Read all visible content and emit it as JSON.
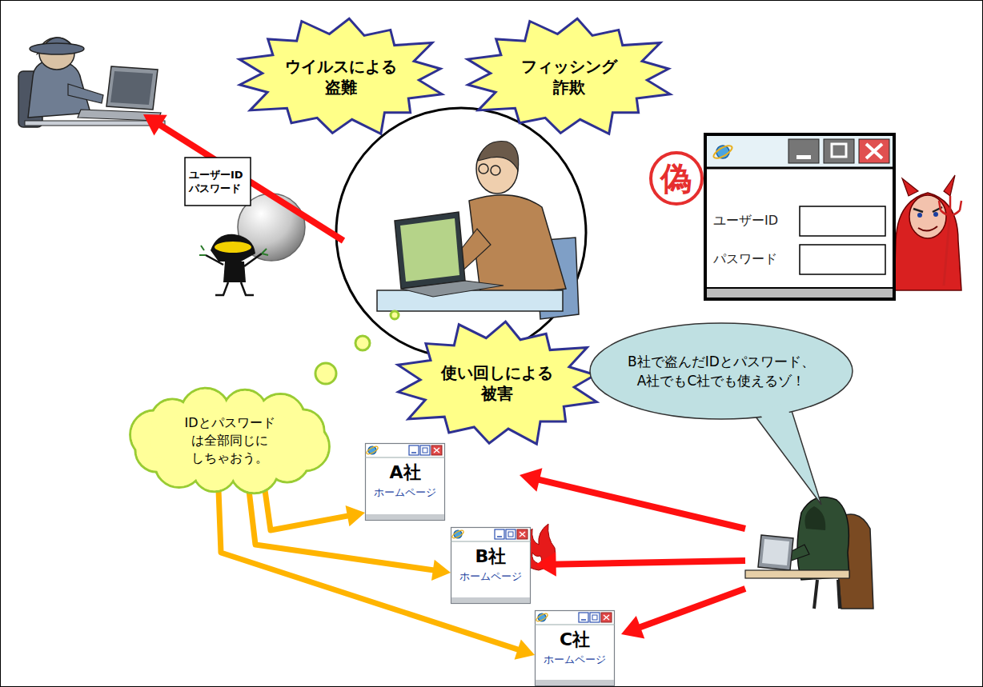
{
  "diagram": {
    "nodes": [
      {
        "text": [
          "ウイルスによる 盗難"
        ]
      },
      {
        "text": [
          "フィッシング 詐欺"
        ]
      },
      {
        "text": [
          "ユーザーID パスワード"
        ]
      },
      {
        "text": [
          "ユーザーID",
          "パスワード"
        ]
      },
      {
        "text": [
          "使い回しによる 被害"
        ]
      },
      {
        "text": [
          "IDとパスワード は全部同じに しちゃおう。"
        ]
      },
      {
        "text": [
          "B社で盗んだIDとパスワード、 A社でもC社でも使えるゾ！"
        ]
      },
      {
        "text": [
          "A社",
          "ホームページ"
        ]
      },
      {
        "text": [
          "B社",
          "ホームページ"
        ]
      },
      {
        "text": [
          "C社",
          "ホームページ"
        ]
      }
    ],
    "edges": [
      {
        "from": 5,
        "to": 7,
        "arrow": "to"
      },
      {
        "from": 5,
        "to": 8,
        "arrow": "to"
      },
      {
        "from": 5,
        "to": 9,
        "arrow": "to"
      }
    ],
    "labels": [
      "偽"
    ]
  }
}
